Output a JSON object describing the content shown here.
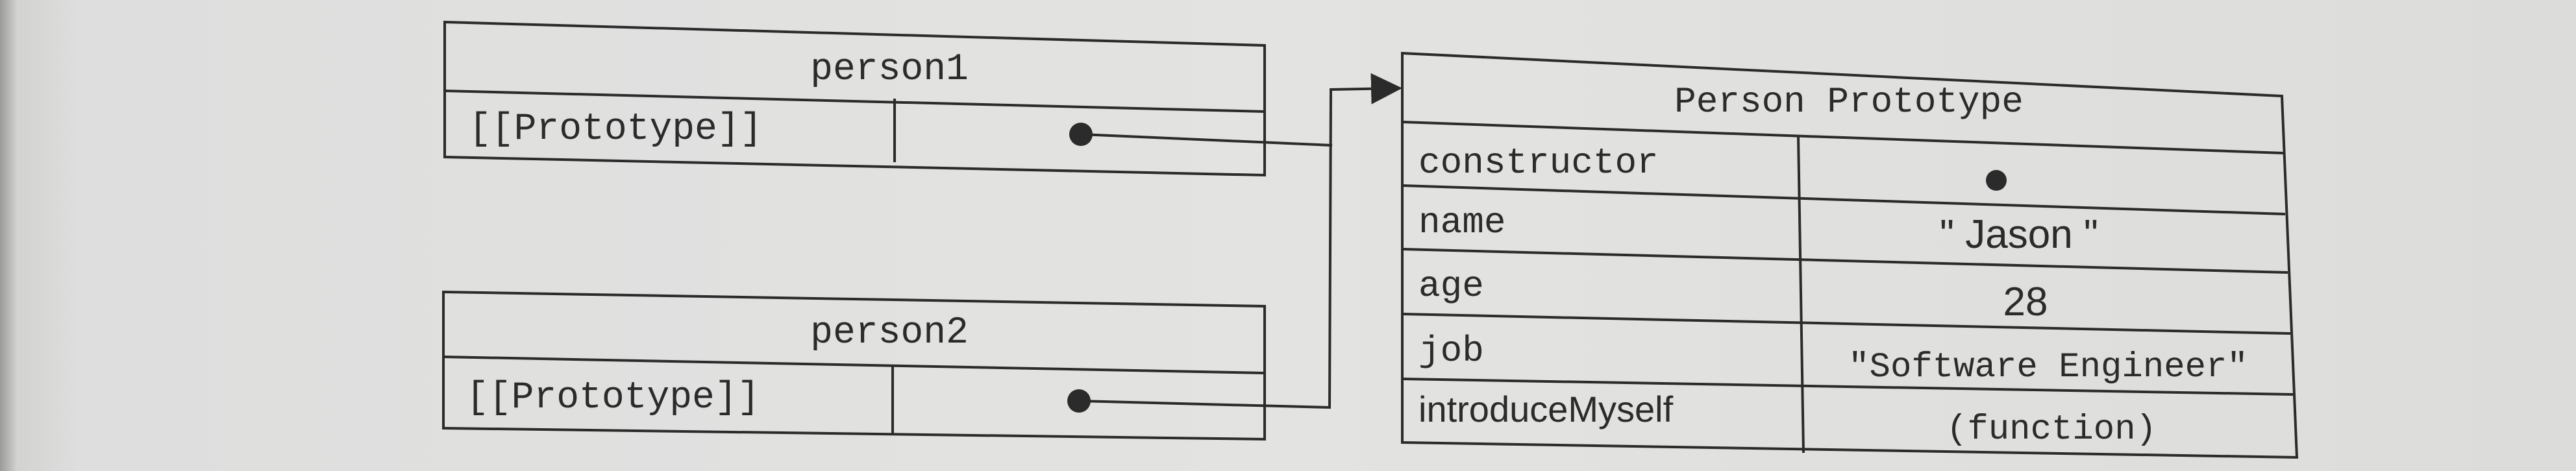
{
  "person1": {
    "title": "person1",
    "prototype_label": "[[Prototype]]"
  },
  "person2": {
    "title": "person2",
    "prototype_label": "[[Prototype]]"
  },
  "prototype": {
    "title": "Person Prototype",
    "rows": [
      {
        "key": "constructor",
        "value": ""
      },
      {
        "key": "name",
        "value": "\" Jason  \""
      },
      {
        "key": "age",
        "value": "28"
      },
      {
        "key": "job",
        "value": "\"Software Engineer\""
      },
      {
        "key": "introduceMyself",
        "value": "(function)"
      }
    ]
  },
  "colors": {
    "ink": "#2b2b2b",
    "paper": "#e3e3e1"
  }
}
